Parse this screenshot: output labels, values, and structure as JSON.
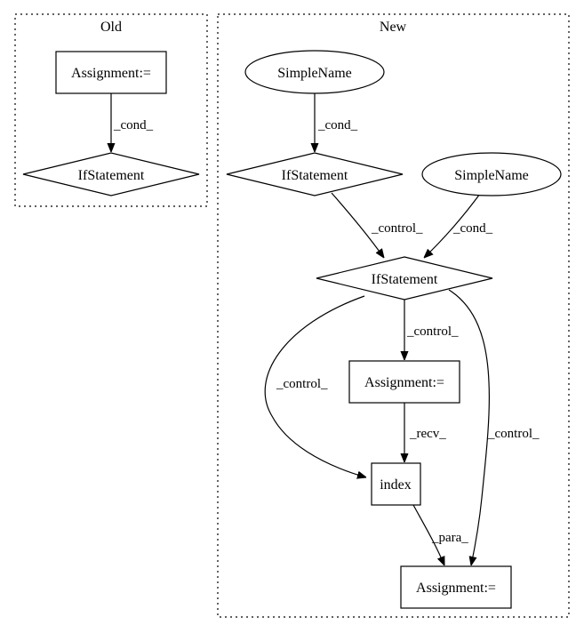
{
  "clusters": {
    "old": {
      "label": "Old"
    },
    "new": {
      "label": "New"
    }
  },
  "nodes": {
    "old_assignment": {
      "label": "Assignment:=",
      "shape": "box"
    },
    "old_if": {
      "label": "IfStatement",
      "shape": "diamond"
    },
    "simplename_1": {
      "label": "SimpleName",
      "shape": "ellipse"
    },
    "if_1": {
      "label": "IfStatement",
      "shape": "diamond"
    },
    "simplename_2": {
      "label": "SimpleName",
      "shape": "ellipse"
    },
    "if_2": {
      "label": "IfStatement",
      "shape": "diamond"
    },
    "assignment_1": {
      "label": "Assignment:=",
      "shape": "box"
    },
    "index": {
      "label": "index",
      "shape": "box"
    },
    "assignment_2": {
      "label": "Assignment:=",
      "shape": "box"
    }
  },
  "edges": {
    "old_cond": {
      "label": "_cond_",
      "from": "Assignment:=",
      "to": "IfStatement"
    },
    "sn1_cond": {
      "label": "_cond_",
      "from": "SimpleName",
      "to": "IfStatement"
    },
    "if1_control": {
      "label": "_control_",
      "from": "IfStatement",
      "to": "IfStatement"
    },
    "sn2_cond": {
      "label": "_cond_",
      "from": "SimpleName",
      "to": "IfStatement"
    },
    "if2_control_assign": {
      "label": "_control_",
      "from": "IfStatement",
      "to": "Assignment:="
    },
    "if2_control_index": {
      "label": "_control_",
      "from": "IfStatement",
      "to": "index"
    },
    "if2_control_assign2": {
      "label": "_control_",
      "from": "IfStatement",
      "to": "Assignment:="
    },
    "assign_recv": {
      "label": "_recv_",
      "from": "Assignment:=",
      "to": "index"
    },
    "index_para": {
      "label": "_para_",
      "from": "index",
      "to": "Assignment:="
    }
  }
}
